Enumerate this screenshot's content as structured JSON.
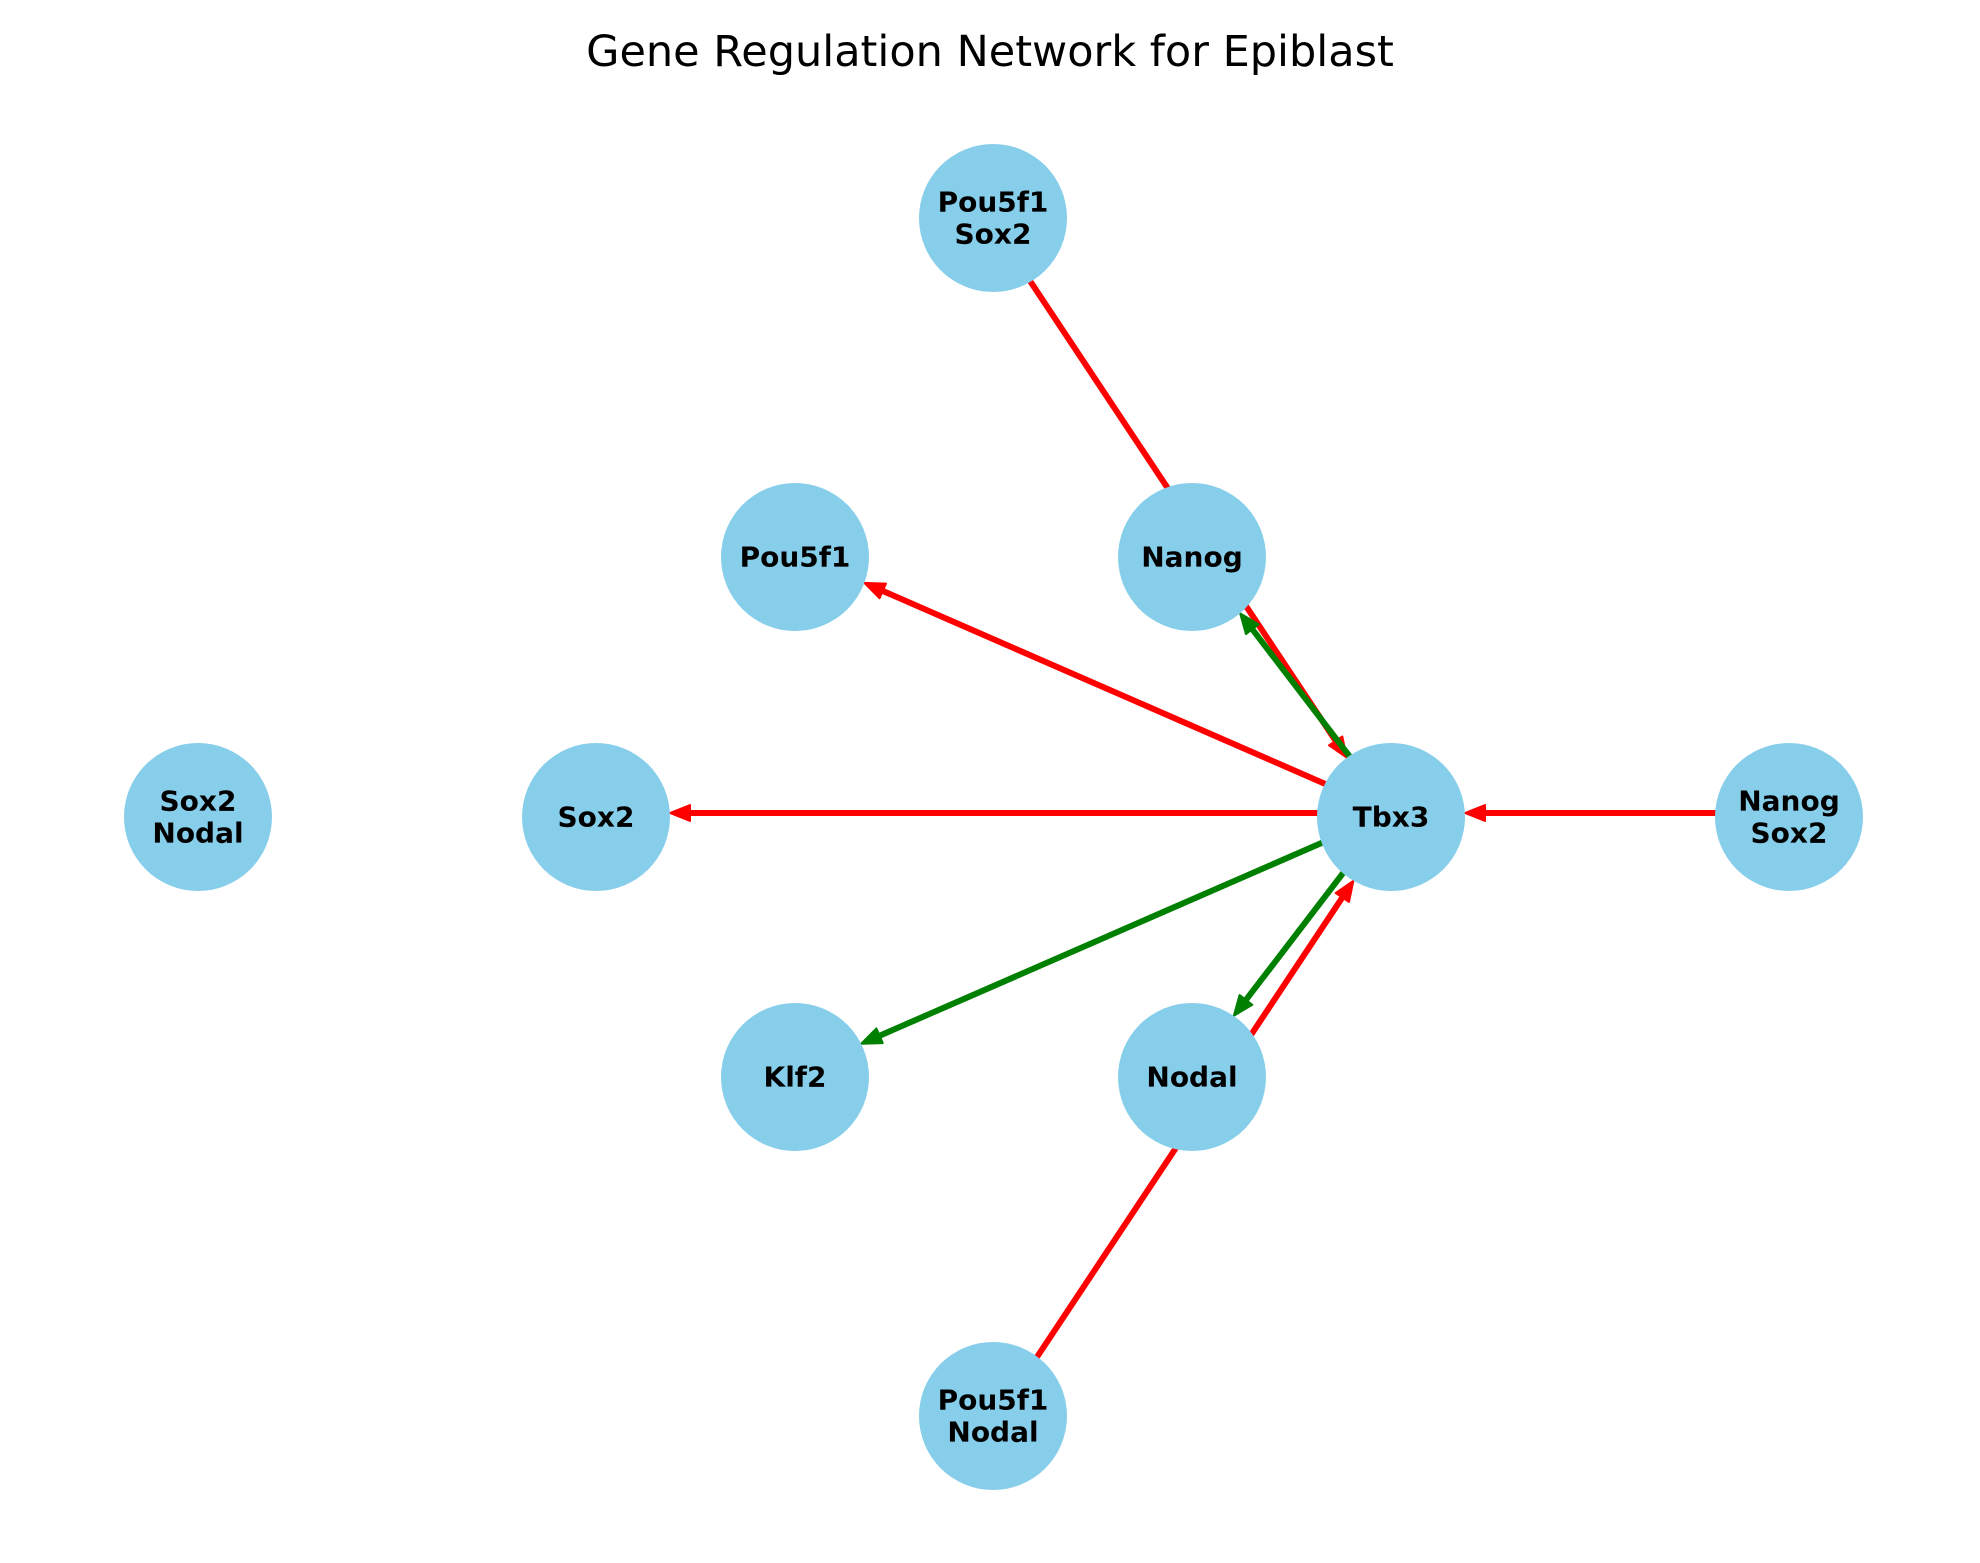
{
  "title": "Gene Regulation Network for Epiblast",
  "colors": {
    "node_fill": "#87CEEB",
    "activation": "#008000",
    "repression": "#FF0000",
    "label": "#000000"
  },
  "nodes": [
    {
      "id": "pou5f1_sox2",
      "lines": [
        "Pou5f1",
        "Sox2"
      ]
    },
    {
      "id": "pou5f1",
      "lines": [
        "Pou5f1"
      ]
    },
    {
      "id": "nanog",
      "lines": [
        "Nanog"
      ]
    },
    {
      "id": "sox2_nodal",
      "lines": [
        "Sox2",
        "Nodal"
      ]
    },
    {
      "id": "sox2",
      "lines": [
        "Sox2"
      ]
    },
    {
      "id": "tbx3",
      "lines": [
        "Tbx3"
      ]
    },
    {
      "id": "nanog_sox2",
      "lines": [
        "Nanog",
        "Sox2"
      ]
    },
    {
      "id": "klf2",
      "lines": [
        "Klf2"
      ]
    },
    {
      "id": "nodal",
      "lines": [
        "Nodal"
      ]
    },
    {
      "id": "pou5f1_nodal",
      "lines": [
        "Pou5f1",
        "Nodal"
      ]
    }
  ],
  "edges": [
    {
      "from": "pou5f1_sox2",
      "to": "tbx3",
      "type": "repression"
    },
    {
      "from": "tbx3",
      "to": "pou5f1",
      "type": "repression"
    },
    {
      "from": "tbx3",
      "to": "sox2",
      "type": "repression"
    },
    {
      "from": "nanog_sox2",
      "to": "tbx3",
      "type": "repression"
    },
    {
      "from": "pou5f1_nodal",
      "to": "tbx3",
      "type": "repression"
    },
    {
      "from": "tbx3",
      "to": "nanog",
      "type": "activation"
    },
    {
      "from": "tbx3",
      "to": "nodal",
      "type": "activation"
    },
    {
      "from": "tbx3",
      "to": "klf2",
      "type": "activation"
    }
  ]
}
